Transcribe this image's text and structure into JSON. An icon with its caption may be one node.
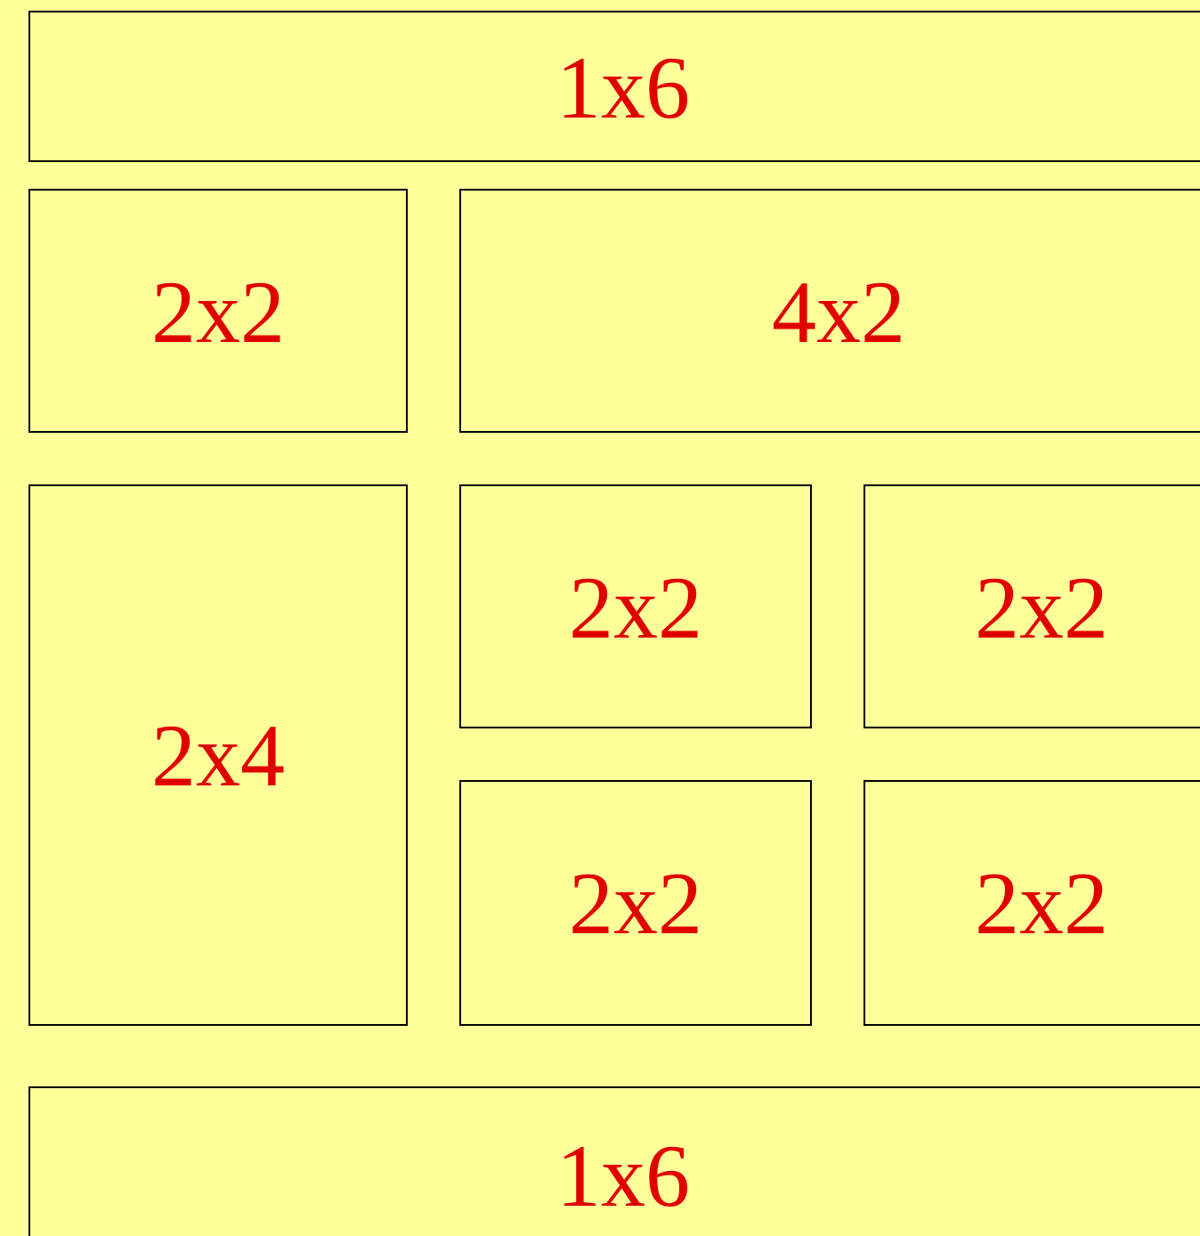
{
  "diagram": {
    "nodes": [
      {
        "text": [
          "1x6"
        ]
      },
      {
        "text": [
          "2x2"
        ]
      },
      {
        "text": [
          "4x2"
        ]
      },
      {
        "text": [
          "2x4"
        ]
      },
      {
        "text": [
          "2x2"
        ]
      },
      {
        "text": [
          "2x2"
        ]
      },
      {
        "text": [
          "2x2"
        ]
      },
      {
        "text": [
          "2x2"
        ]
      },
      {
        "text": [
          "1x6"
        ]
      }
    ]
  }
}
